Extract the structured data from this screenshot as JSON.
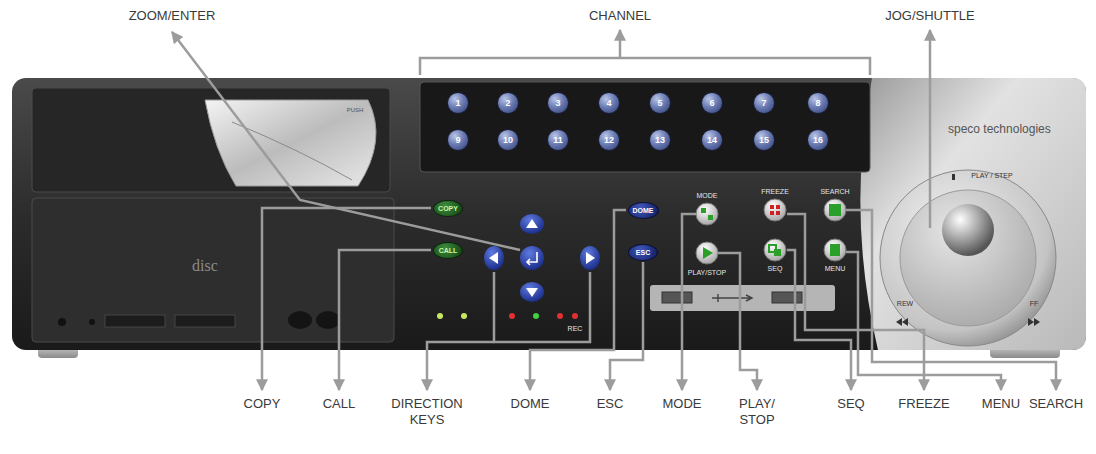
{
  "diagram": {
    "nodes": [
      {
        "text": [
          "1"
        ]
      },
      {
        "text": [
          "2"
        ]
      },
      {
        "text": [
          "3"
        ]
      },
      {
        "text": [
          "4"
        ]
      },
      {
        "text": [
          "5"
        ]
      },
      {
        "text": [
          "6"
        ]
      },
      {
        "text": [
          "7"
        ]
      },
      {
        "text": [
          "8"
        ]
      },
      {
        "text": [
          "9"
        ]
      },
      {
        "text": [
          "10"
        ]
      },
      {
        "text": [
          "11"
        ]
      },
      {
        "text": [
          "12"
        ]
      },
      {
        "text": [
          "13"
        ]
      },
      {
        "text": [
          "14"
        ]
      },
      {
        "text": [
          "15"
        ]
      },
      {
        "text": [
          "16"
        ]
      },
      {
        "text": [
          "COPY"
        ]
      },
      {
        "text": [
          "CALL"
        ]
      },
      {
        "text": [
          "DOME"
        ]
      },
      {
        "text": [
          "ESC"
        ]
      }
    ],
    "labels": [
      "ZOOM/ENTER",
      "CHANNEL",
      "JOG/SHUTTLE",
      "PUSH",
      "speco technologies",
      "PLAY / STEP",
      "MODE",
      "FREEZE",
      "SEARCH",
      "disc",
      "PLAY/STOP",
      "SEQ",
      "MENU",
      "REC",
      "REW",
      "FF",
      "COPY",
      "CALL",
      "DIRECTION KEYS",
      "DOME",
      "ESC",
      "MODE",
      "PLAY/ STOP",
      "SEQ",
      "FREEZE",
      "MENU",
      "SEARCH"
    ]
  }
}
